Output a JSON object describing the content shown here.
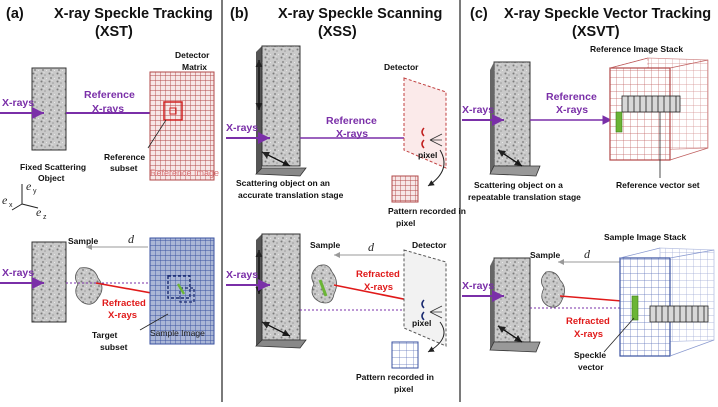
{
  "panel_a": {
    "letter": "(a)",
    "title": "X-ray Speckle Tracking",
    "abbr": "(XST)",
    "detector_matrix_1": "Detector",
    "detector_matrix_2": "Matrix",
    "xrays": "X-rays",
    "reference_1": "Reference",
    "reference_2": "X-rays",
    "fixed_1": "Fixed Scattering",
    "fixed_2": "Object",
    "ref_subset_1": "Reference",
    "ref_subset_2": "subset",
    "reference_image": "Reference Image",
    "axis_ex": "e",
    "axis_ex_sub": "x",
    "axis_ey": "e",
    "axis_ey_sub": "y",
    "axis_ez": "e",
    "axis_ez_sub": "z",
    "sample": "Sample",
    "d": "d",
    "xrays_bottom": "X-rays",
    "refracted_1": "Refracted",
    "refracted_2": "X-rays",
    "target_1": "Target",
    "target_2": "subset",
    "sample_image": "Sample Image"
  },
  "panel_b": {
    "letter": "(b)",
    "title": "X-ray Speckle Scanning",
    "abbr": "(XSS)",
    "detector": "Detector",
    "xrays": "X-rays",
    "reference_1": "Reference",
    "reference_2": "X-rays",
    "pixel": "pixel",
    "stage_1": "Scattering object on an",
    "stage_2": "accurate translation stage",
    "pattern_1": "Pattern recorded in",
    "pattern_2": "pixel",
    "sample": "Sample",
    "d": "d",
    "detector_bottom": "Detector",
    "xrays_bottom": "X-rays",
    "refracted_1": "Refracted",
    "refracted_2": "X-rays",
    "pixel_bottom": "pixel",
    "pattern_bottom_1": "Pattern recorded in",
    "pattern_bottom_2": "pixel"
  },
  "panel_c": {
    "letter": "(c)",
    "title": "X-ray Speckle Vector Tracking",
    "abbr": "(XSVT)",
    "ref_stack": "Reference Image Stack",
    "xrays": "X-rays",
    "reference_1": "Reference",
    "reference_2": "X-rays",
    "stage_1": "Scattering object on a",
    "stage_2": "repeatable translation stage",
    "ref_vector": "Reference vector set",
    "sample_stack": "Sample Image Stack",
    "sample": "Sample",
    "d": "d",
    "xrays_bottom": "X-rays",
    "refracted_1": "Refracted",
    "refracted_2": "X-rays",
    "speckle_1": "Speckle",
    "speckle_2": "vector"
  },
  "colors": {
    "purple": "#7a2fa8",
    "red": "#e01a1a",
    "reference_grid": "#b24848",
    "sample_grid": "#3a52a0",
    "green": "#6bb536"
  }
}
